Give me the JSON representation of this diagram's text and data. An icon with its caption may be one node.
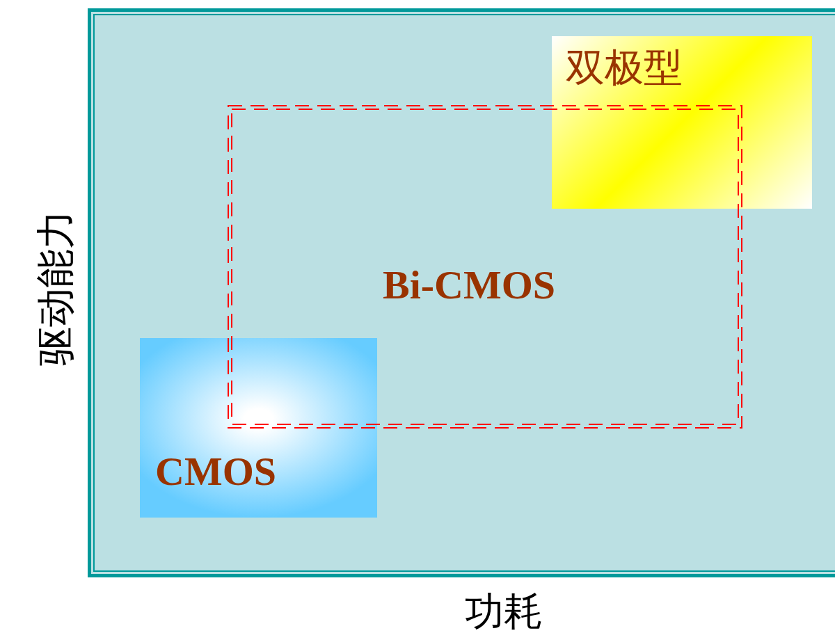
{
  "diagram": {
    "nodes": [
      {
        "text": [
          "双极型"
        ]
      },
      {
        "text": [
          "Bi-CMOS"
        ]
      },
      {
        "text": [
          "CMOS"
        ]
      }
    ],
    "labels": [
      "驱动能力",
      "功耗"
    ]
  }
}
